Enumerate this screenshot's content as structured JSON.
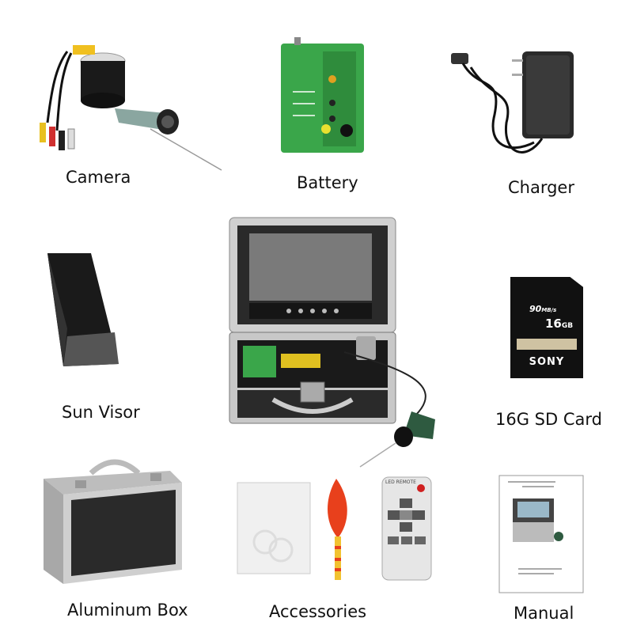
{
  "items": [
    {
      "label": "Camera"
    },
    {
      "label": "Battery"
    },
    {
      "label": "Charger"
    },
    {
      "label": "Sun Visor"
    },
    {
      "label": "16G SD Card"
    },
    {
      "label": "Aluminum Box"
    },
    {
      "label": "Accessories"
    },
    {
      "label": "Manual"
    }
  ],
  "sd_card": {
    "brand": "SONY",
    "capacity": "16",
    "unit": "GB",
    "speed": "90",
    "speed_unit": "MB/s"
  },
  "remote": {
    "title": "LED REMOTE"
  },
  "colors": {
    "battery_green": "#3aa64a",
    "float_red": "#e8401c",
    "float_yellow": "#f2c230",
    "box_silver": "#c8c8c8",
    "box_panel": "#2a2a2a"
  }
}
